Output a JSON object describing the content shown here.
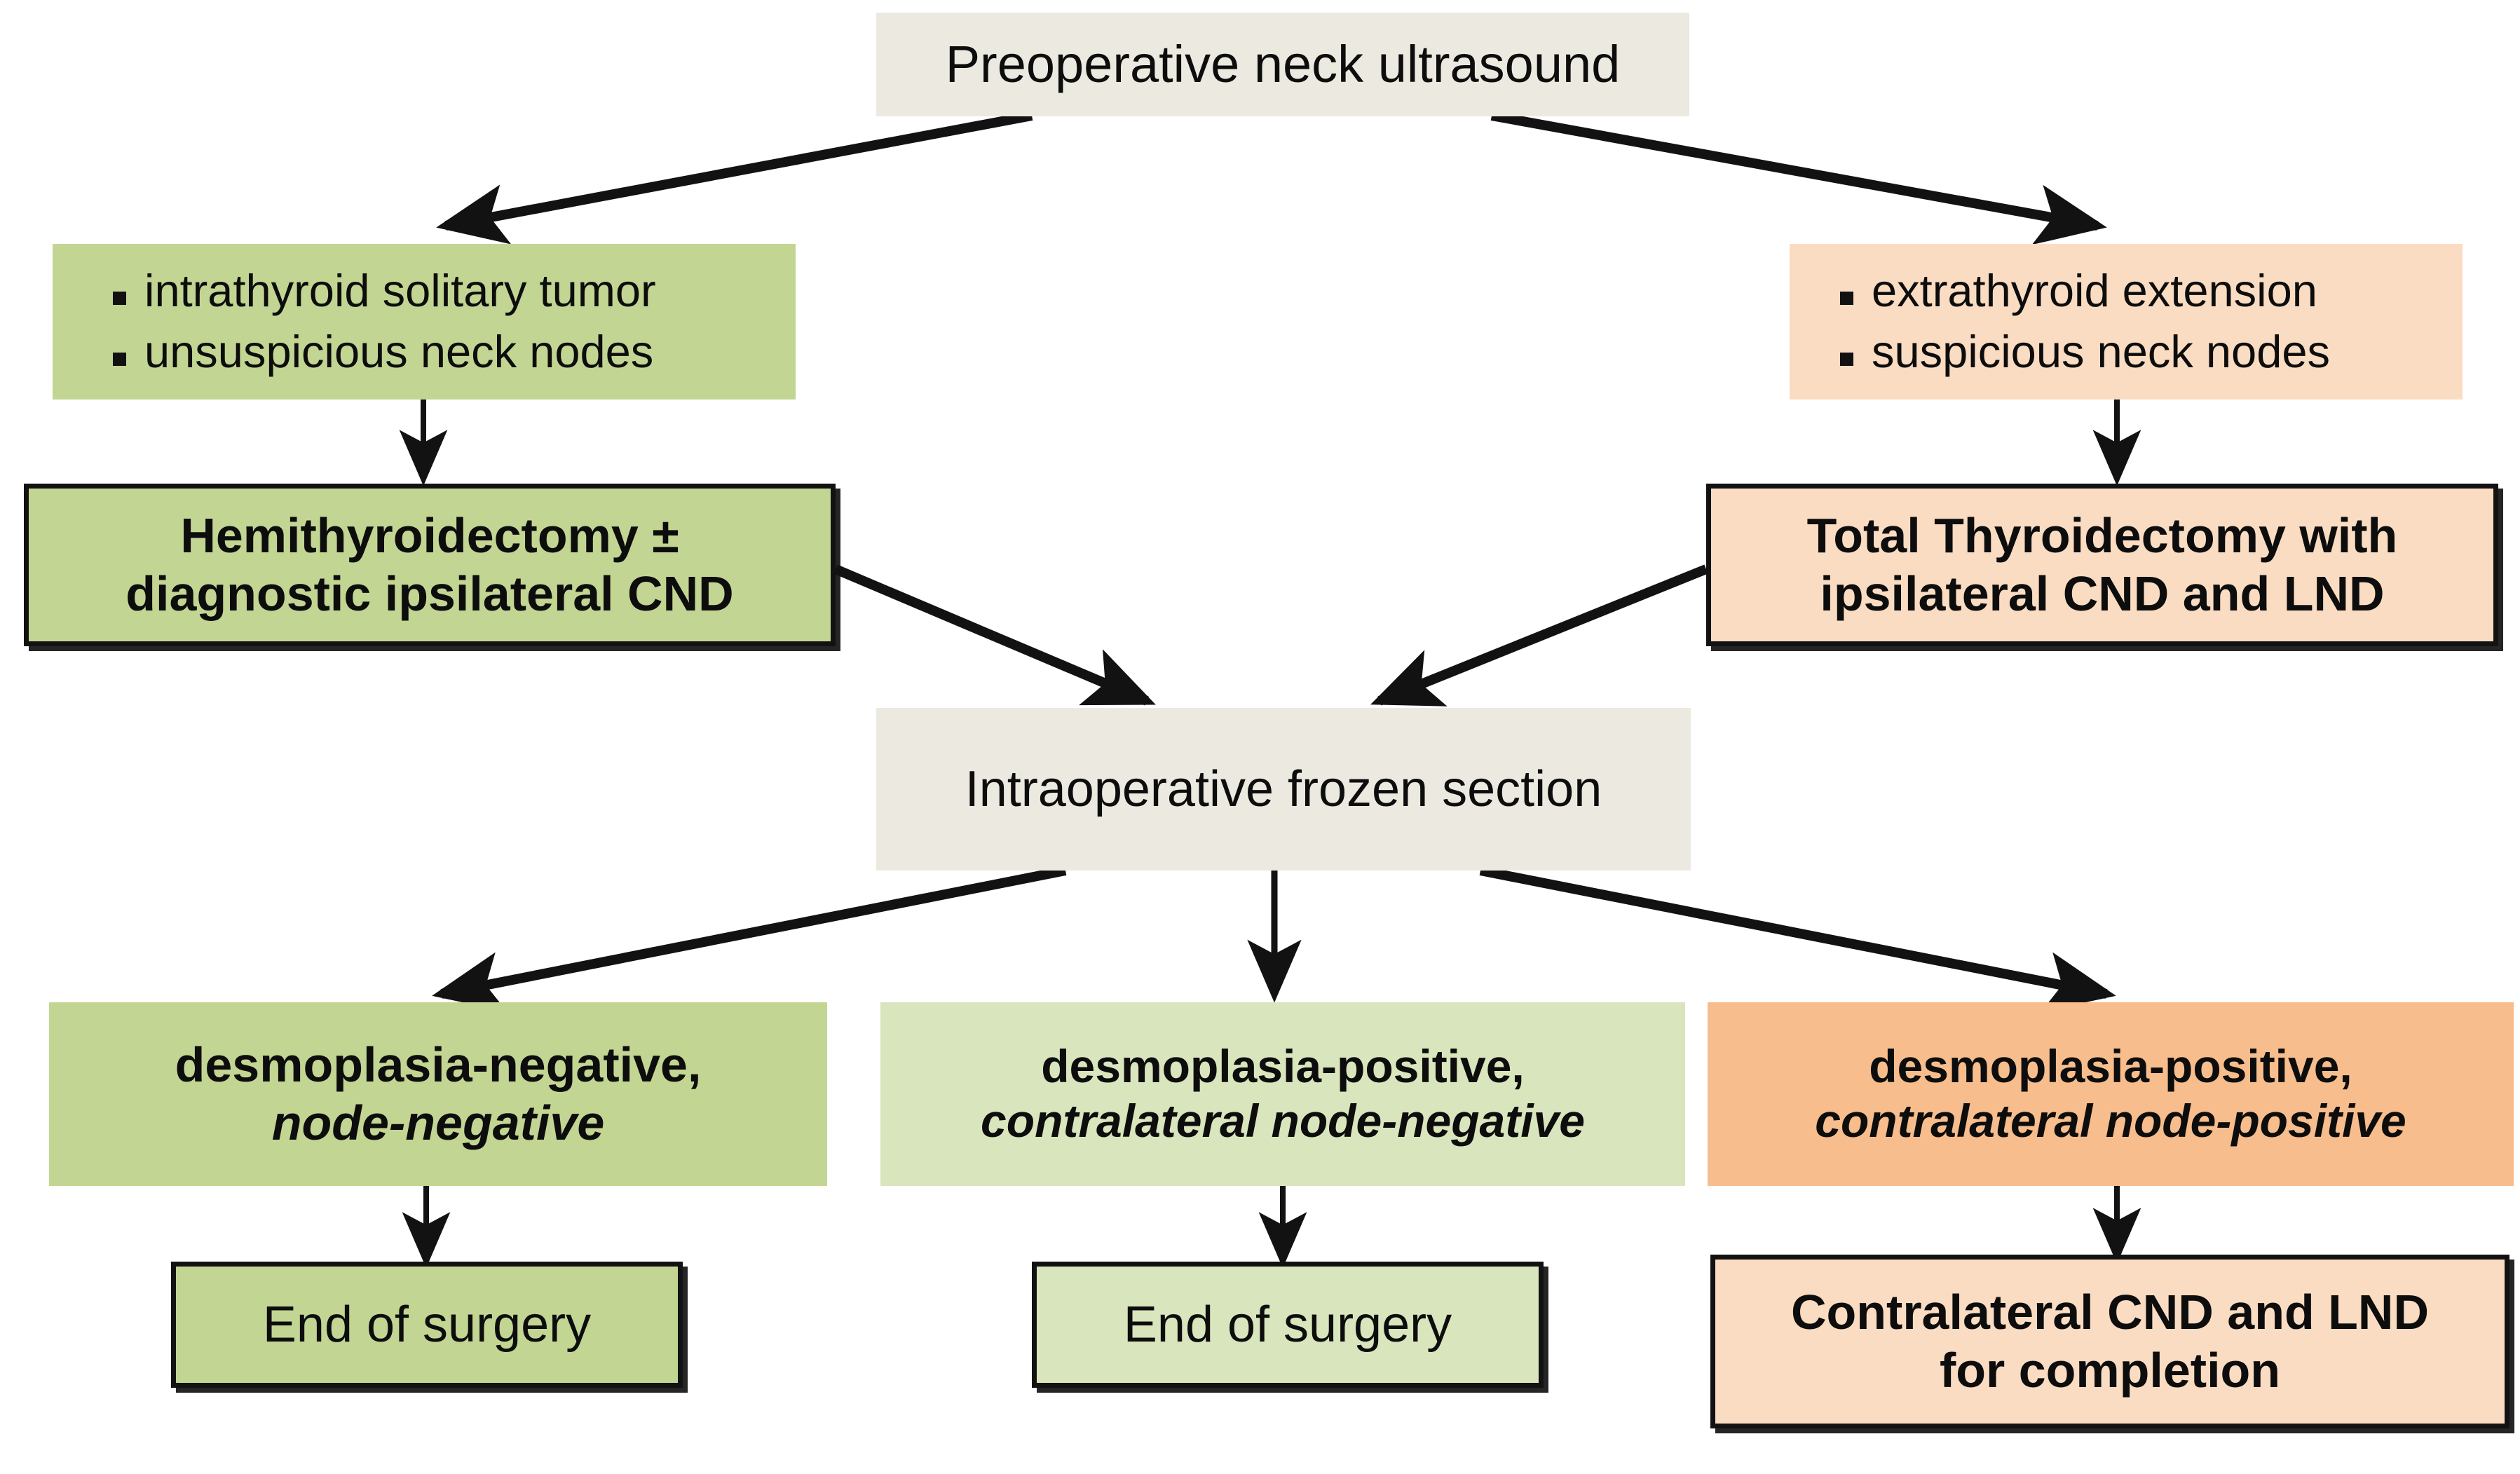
{
  "diagram": {
    "title_flow": "Preoperative neck ultrasound decision algorithm",
    "colors": {
      "neutral": "#eceae0",
      "green_mid": "#c3d593",
      "green_light": "#d9e5bd",
      "peach_light": "#fadcc2",
      "orange_mid": "#f7bd8d",
      "line": "#121212"
    },
    "nodes": {
      "root": {
        "label": "Preoperative neck ultrasound"
      },
      "left_criteria": {
        "bullets": [
          "intrathyroid solitary tumor",
          "unsuspicious neck nodes"
        ]
      },
      "right_criteria": {
        "bullets": [
          "extrathyroid extension",
          "suspicious neck nodes"
        ]
      },
      "left_surgery": {
        "line1": "Hemithyroidectomy ±",
        "line2": "diagnostic ipsilateral CND"
      },
      "right_surgery": {
        "line1": "Total Thyroidectomy with",
        "line2": "ipsilateral CND and  LND"
      },
      "frozen": {
        "label": "Intraoperative frozen section"
      },
      "result_left": {
        "line1": "desmoplasia-negative,",
        "line2": "node-negative"
      },
      "result_mid": {
        "line1": "desmoplasia-positive,",
        "line2": "contralateral  node-negative"
      },
      "result_right": {
        "line1": "desmoplasia-positive,",
        "line2": "contralateral  node-positive"
      },
      "end_left": {
        "label": "End of surgery"
      },
      "end_mid": {
        "label": "End of surgery"
      },
      "end_right": {
        "line1": "Contralateral CND and LND",
        "line2": "for completion"
      }
    }
  }
}
